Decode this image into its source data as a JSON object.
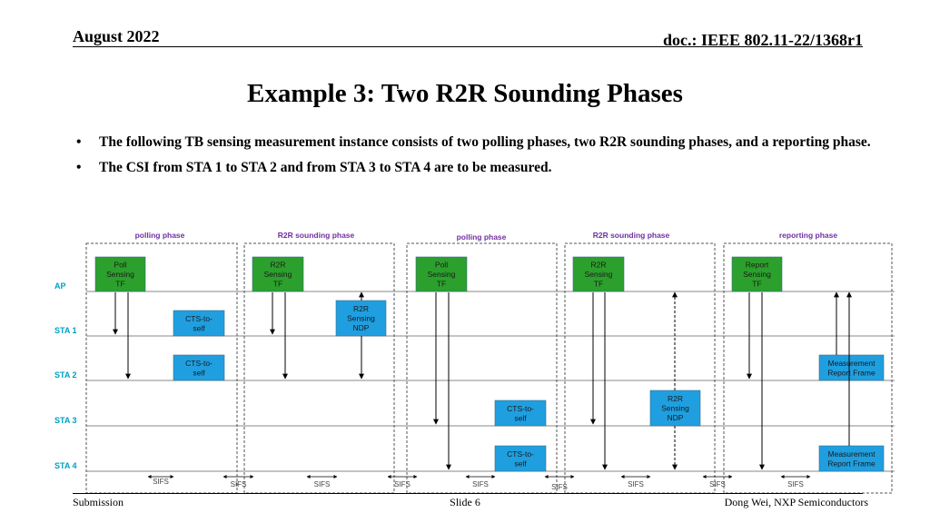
{
  "header": {
    "date": "August 2022",
    "doc": "doc.: IEEE 802.11-22/1368r1"
  },
  "title": "Example 3: Two R2R Sounding Phases",
  "bullets": [
    {
      "marker": "•",
      "text": "The following TB sensing measurement instance consists of two polling phases, two R2R sounding phases, and a reporting phase."
    },
    {
      "marker": "•",
      "text": "The CSI from STA 1 to STA 2 and from STA 3 to STA 4 are to be measured."
    }
  ],
  "diagram": {
    "colors": {
      "green": "#2ca02c",
      "blue": "#1f9fe0",
      "phase": "#7030a0",
      "sta": "#00a0c0",
      "line": "#888888"
    },
    "phases": [
      "polling phase",
      "R2R sounding phase",
      "polling phase",
      "R2R sounding phase",
      "reporting phase"
    ],
    "stations": [
      "AP",
      "STA 1",
      "STA 2",
      "STA 3",
      "STA 4"
    ],
    "frames": {
      "poll1": [
        "Poll",
        "Sensing",
        "TF"
      ],
      "r2r_tf1": [
        "R2R",
        "Sensing",
        "TF"
      ],
      "poll2": [
        "Poll",
        "Sensing",
        "TF"
      ],
      "r2r_tf2": [
        "R2R",
        "Sensing",
        "TF"
      ],
      "report_tf": [
        "Report",
        "Sensing",
        "TF"
      ],
      "cts_sta1": [
        "CTS-to-",
        "self"
      ],
      "cts_sta2": [
        "CTS-to-",
        "self"
      ],
      "ndp1": [
        "R2R",
        "Sensing",
        "NDP"
      ],
      "cts_sta3": [
        "CTS-to-",
        "self"
      ],
      "cts_sta4": [
        "CTS-to-",
        "self"
      ],
      "ndp2": [
        "R2R",
        "Sensing",
        "NDP"
      ],
      "meas_sta2": [
        "Measurement",
        "Report Frame"
      ],
      "meas_sta4": [
        "Measurement",
        "Report Frame"
      ]
    },
    "sifs_label": "SIFS"
  },
  "footer": {
    "left": "Submission",
    "center": "Slide 6",
    "right": "Dong Wei, NXP Semiconductors"
  }
}
